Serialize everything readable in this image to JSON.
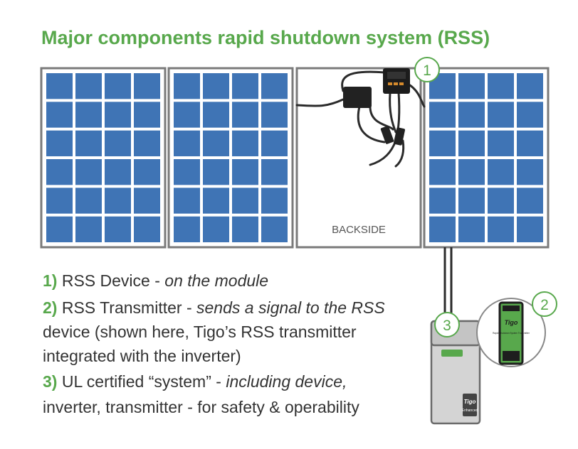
{
  "title": "Major components rapid shutdown system (RSS)",
  "panel_label": "BACKSIDE",
  "callouts": [
    "1",
    "2",
    "3"
  ],
  "legend": {
    "item1": {
      "num": "1)",
      "name": "RSS Device",
      "sep": " - ",
      "desc": "on the module"
    },
    "item2": {
      "num": "2)",
      "name": "RSS Transmitter",
      "sep": " - ",
      "desc_line1": "sends a signal to the RSS",
      "desc_line2": "device (shown here, Tigo’s RSS transmitter",
      "desc_line3": "integrated with the inverter)"
    },
    "item3": {
      "num": "3)",
      "name": "UL certified “system”",
      "sep": " - ",
      "desc_line1": "including device,",
      "desc_line2": "inverter, transmitter - for safety & operability"
    }
  },
  "inverter_brand": "Tigo",
  "inverter_sub": "Enhanced",
  "transmitter_brand": "Tigo",
  "transmitter_text": "Rapid Shutdown System Transmitter",
  "colors": {
    "accent": "#58a84c",
    "cell": "#3f74b5",
    "frame": "#7a7a7a",
    "text": "#333333"
  }
}
